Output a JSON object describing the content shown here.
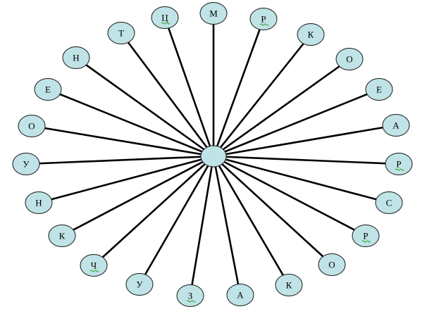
{
  "colors": {
    "node_fill": "#bfe3e6",
    "node_stroke": "#1a1a1a",
    "spoke": "#000000",
    "squiggle": "#2e9e2e"
  },
  "hub": {
    "label": ""
  },
  "nodes": [
    {
      "label": "М",
      "mark": false
    },
    {
      "label": "Р",
      "mark": true
    },
    {
      "label": "К",
      "mark": false
    },
    {
      "label": "О",
      "mark": false
    },
    {
      "label": "Е",
      "mark": false
    },
    {
      "label": "А",
      "mark": false
    },
    {
      "label": "Р",
      "mark": true
    },
    {
      "label": "С",
      "mark": false
    },
    {
      "label": "Р",
      "mark": true
    },
    {
      "label": "О",
      "mark": false
    },
    {
      "label": "К",
      "mark": false
    },
    {
      "label": "А",
      "mark": false
    },
    {
      "label": "З",
      "mark": true
    },
    {
      "label": "У",
      "mark": false
    },
    {
      "label": "Ч",
      "mark": true
    },
    {
      "label": "К",
      "mark": false
    },
    {
      "label": "Н",
      "mark": false
    },
    {
      "label": "У",
      "mark": false
    },
    {
      "label": "О",
      "mark": false
    },
    {
      "label": "Е",
      "mark": false
    },
    {
      "label": "Н",
      "mark": false
    },
    {
      "label": "Т",
      "mark": false
    },
    {
      "label": "Ц",
      "mark": true
    }
  ]
}
